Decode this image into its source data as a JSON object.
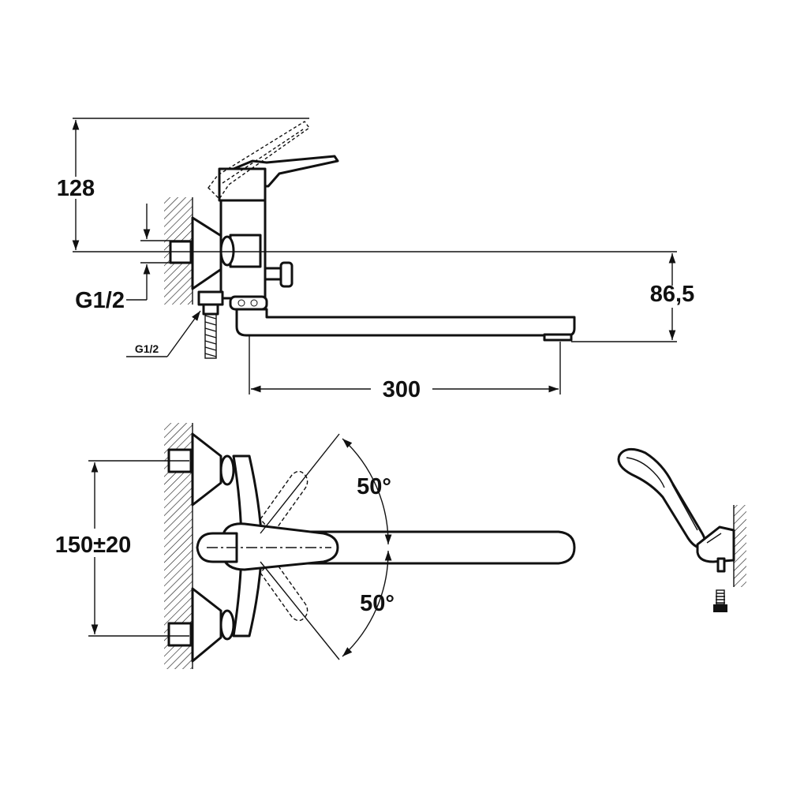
{
  "drawing": {
    "subject": "",
    "dimensions": {
      "handle_height": "128",
      "inlet_thread_main": "G1/2",
      "inlet_thread_shower": "G1/2",
      "spout_drop": "86,5",
      "spout_length": "300",
      "inlet_spacing": "150±20",
      "swivel_angle_upper": "50°",
      "swivel_angle_lower": "50°"
    }
  }
}
